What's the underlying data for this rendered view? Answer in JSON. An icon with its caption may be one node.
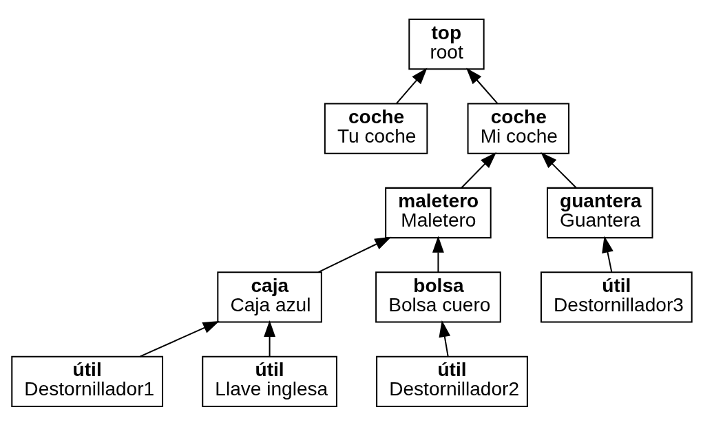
{
  "diagram": {
    "nodes": [
      {
        "text": [
          "top",
          "root"
        ]
      },
      {
        "text": [
          "coche",
          "Tu coche"
        ]
      },
      {
        "text": [
          "coche",
          "Mi coche"
        ]
      },
      {
        "text": [
          "maletero",
          "Maletero"
        ]
      },
      {
        "text": [
          "guantera",
          "Guantera"
        ]
      },
      {
        "text": [
          "caja",
          "Caja azul"
        ]
      },
      {
        "text": [
          "bolsa",
          "Bolsa cuero"
        ]
      },
      {
        "text": [
          "útil",
          "Destornillador3"
        ]
      },
      {
        "text": [
          "útil",
          "Destornillador1"
        ]
      },
      {
        "text": [
          "útil",
          "Llave inglesa"
        ]
      },
      {
        "text": [
          "útil",
          "Destornillador2"
        ]
      }
    ],
    "edges": [
      {
        "from": 1,
        "to": 0,
        "arrow": "to"
      },
      {
        "from": 2,
        "to": 0,
        "arrow": "to"
      },
      {
        "from": 3,
        "to": 2,
        "arrow": "to"
      },
      {
        "from": 4,
        "to": 2,
        "arrow": "to"
      },
      {
        "from": 5,
        "to": 3,
        "arrow": "to"
      },
      {
        "from": 6,
        "to": 3,
        "arrow": "to"
      },
      {
        "from": 7,
        "to": 4,
        "arrow": "to"
      },
      {
        "from": 8,
        "to": 5,
        "arrow": "to"
      },
      {
        "from": 9,
        "to": 5,
        "arrow": "to"
      },
      {
        "from": 10,
        "to": 6,
        "arrow": "to"
      }
    ]
  }
}
